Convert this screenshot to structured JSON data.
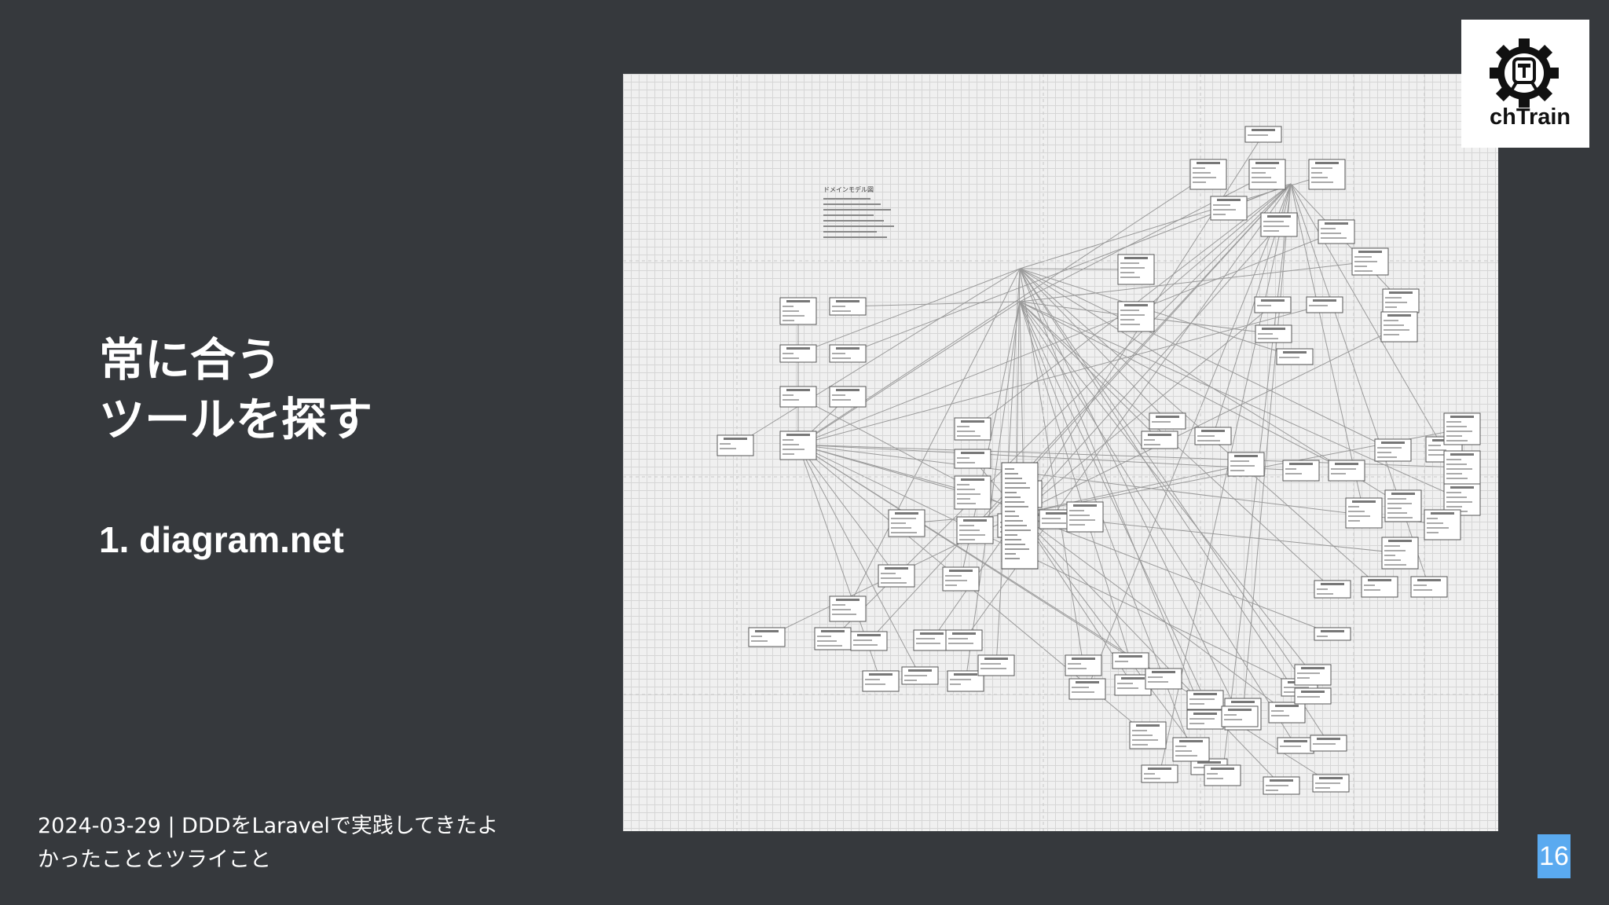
{
  "slide": {
    "title_lines": [
      "常に合う",
      "ツールを探す"
    ],
    "item": "1. diagram.net",
    "footer_lines": [
      "2024-03-29 | DDDをLaravelで実践してきたよ",
      "かったこととツライこと"
    ],
    "page_number": "16"
  },
  "logo": {
    "text": "chTrain",
    "icon": "gear-train-icon"
  },
  "diagram": {
    "icon": "domain-model-diagram-icon",
    "heading": "ドメインモデル図"
  },
  "colors": {
    "background": "#36393d",
    "text": "#ffffff",
    "page_badge": "#5aaaf0",
    "diagram_bg": "#f0f0f0",
    "diagram_grid": "#d6d6d6"
  }
}
